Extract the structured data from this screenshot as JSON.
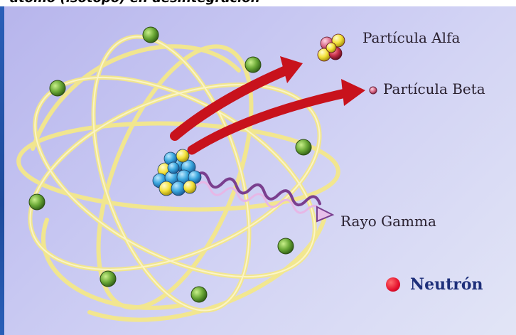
{
  "header": {
    "caption": "átomo (isótopo) en desintegración"
  },
  "labels": {
    "alpha": "Partícula Alfa",
    "beta": "Partícula Beta",
    "gamma": "Rayo Gamma"
  },
  "legend": {
    "neutron": "Neutrón"
  },
  "colors": {
    "background": "#c9c9f2",
    "orbit": "#f4e88a",
    "electron": "#5f9c2e",
    "arrow": "#c8121c",
    "neutron": "#e4102c",
    "proton_blue": "#3aa7de",
    "proton_yellow": "#f4e23a",
    "gamma_wave": "#7a3f8f"
  }
}
